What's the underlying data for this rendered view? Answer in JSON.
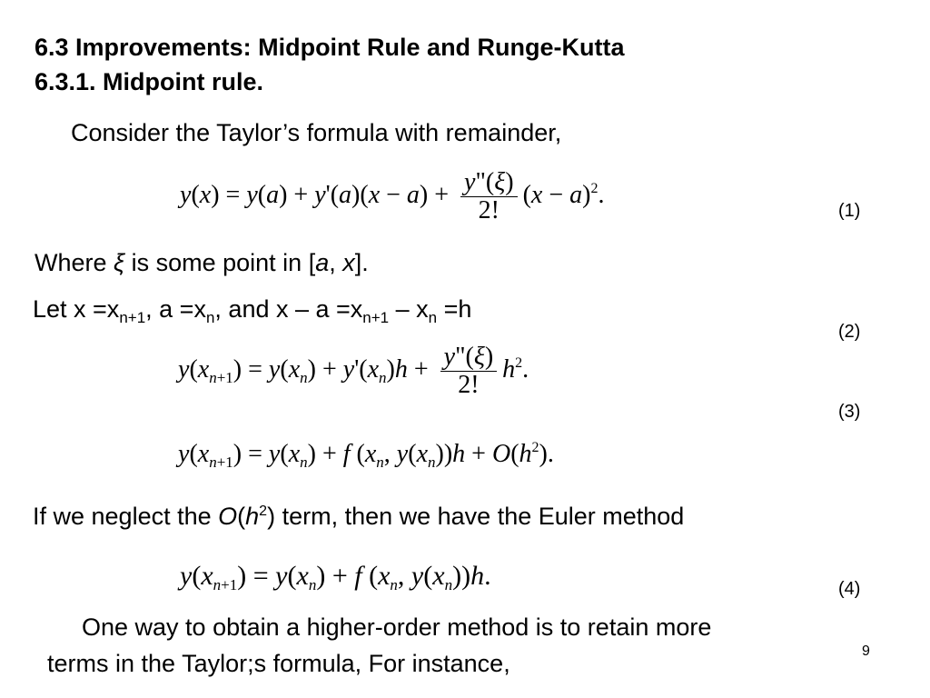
{
  "title_line1": "6.3 Improvements: Midpoint Rule and Runge-Kutta",
  "title_line2": "6.3.1. Midpoint rule.",
  "intro": "Consider the Taylor’s formula with remainder,",
  "where": {
    "prefix": "Where ",
    "xi": "ξ",
    "mid1": " is some point in [",
    "a": "a",
    "comma": ", ",
    "x": "x",
    "suffix": "]."
  },
  "let": {
    "p1": "Let x =x",
    "s1": "n+1",
    "p2": ", a =x",
    "s2": "n",
    "p3": ", and x – a =x",
    "s3": "n+1",
    "p4": " – x",
    "s4": "n",
    "p5": " =h"
  },
  "neglect": {
    "p1": "If we neglect the ",
    "O": "O",
    "paren_open": "(",
    "h": "h",
    "exp": "2",
    "p2": ") term, then we have the Euler method"
  },
  "closing_line1": "One way to obtain a higher-order method is to retain more",
  "closing_line2": "terms in the Taylor;s formula, For instance,",
  "equation_numbers": [
    "(1)",
    "(2)",
    "(3)",
    "(4)"
  ],
  "page_number": "9"
}
